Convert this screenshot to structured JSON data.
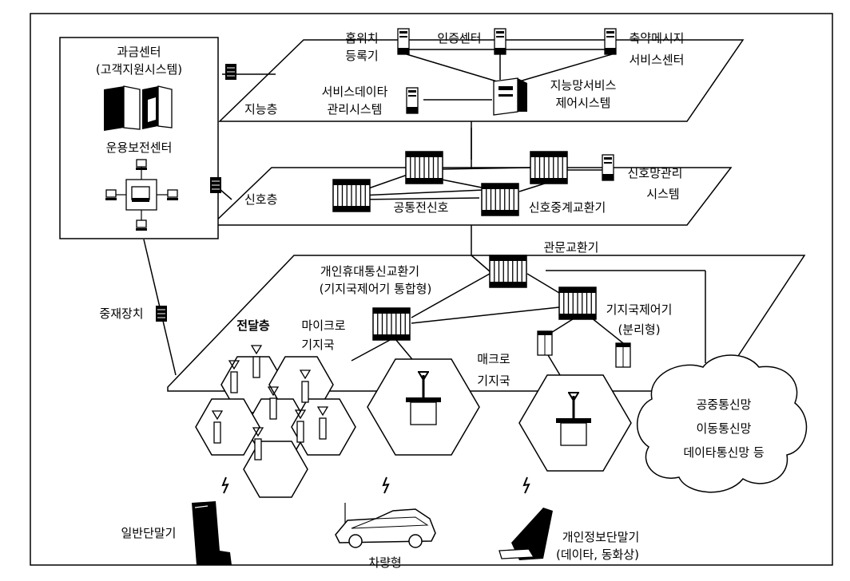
{
  "layers": {
    "intelligent": "지능층",
    "signaling": "신호층",
    "transport": "전달층"
  },
  "billing_center": {
    "title": "과금센터",
    "subtitle": "(고객지원시스템)"
  },
  "operation_center": "운용보전센터",
  "mediation_device": "중재장치",
  "intelligent_nodes": {
    "hlr_line1": "홈위치",
    "hlr_line2": "등록기",
    "auth_center": "인증센터",
    "sms_line1": "축약메시지",
    "sms_line2": "서비스센터",
    "sdms_line1": "서비스데이타",
    "sdms_line2": "관리시스템",
    "scp_line1": "지능망서비스",
    "scp_line2": "제어시스템"
  },
  "signaling_nodes": {
    "common_channel": "공통전신호",
    "stp": "신호중계교환기",
    "snms_line1": "신호망관리",
    "snms_line2": "시스템"
  },
  "transport_nodes": {
    "gateway": "관문교환기",
    "pcs_switch_line1": "개인휴대통신교환기",
    "pcs_switch_line2": "(기지국제어기 통합형)",
    "bsc_line1": "기지국제어기",
    "bsc_line2": "(분리형)",
    "micro_line1": "마이크로",
    "micro_line2": "기지국",
    "macro_line1": "매크로",
    "macro_line2": "기지국"
  },
  "cloud": {
    "line1": "공중통신망",
    "line2": "이동통신망",
    "line3": "데이타통신망 등"
  },
  "terminals": {
    "handset": "일반단말기",
    "vehicle": "차량형",
    "pda_line1": "개인정보단말기",
    "pda_line2": "(데이타, 동화상)"
  }
}
